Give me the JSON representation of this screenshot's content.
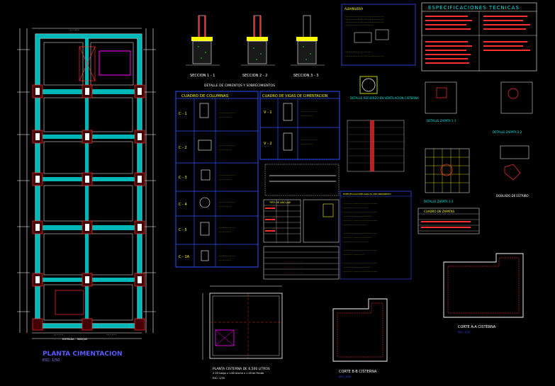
{
  "colors": {
    "background": "#000000",
    "structure": "#00e5e5",
    "line": "#ffffff",
    "red": "#ff3030",
    "yellow": "#ffff00",
    "magenta": "#ff00ff",
    "blue": "#3050ff",
    "green": "#00ff66",
    "orange": "#ff8000"
  },
  "plan": {
    "title": "PLANTA CIMENTACION",
    "scale": "ESC: 1/50",
    "entrance": "ENTRADA - TABIQUE"
  },
  "sections": {
    "title": "DETALLE DE CIMIENTOS Y SOBRECIMIENTOS",
    "labels": [
      "SECCION 1 - 1",
      "SECCION 2 - 2",
      "SECCION 3 - 3"
    ]
  },
  "columns_table": {
    "title": "CUADRO DE COLUMNAS",
    "rows": [
      "C - 1",
      "C - 2",
      "C - 3",
      "C - 4",
      "C - 5",
      "C - 1A"
    ]
  },
  "beams_table": {
    "title": "CUADRO DE VIGAS DE CIMENTACION",
    "rows": [
      "V - 1",
      "V - 2"
    ]
  },
  "notes": {
    "title": "ALBAÑILERIA"
  },
  "specs": {
    "title": "ESPECIFICACIONES TECNICAS"
  },
  "details": {
    "ventilation": "DETALLE REFUERZO EN VENTILACION CISTERNA",
    "footing1": "DETALLE ZAPATA 1-1",
    "footing2": "DETALLE ZAPATA 2-2",
    "footing3": "DETALLE ZAPATA 3-3",
    "stirrup": "DOBLADO DE ESTRIBO",
    "footings_table": "CUADRO DE ZAPATAS",
    "rebar_table": "TIPO DE ANCLAJE",
    "legend_title": "ESPECIFICACIONES PARA EL RECUBRIMIENTO"
  },
  "cistern": {
    "plan_title": "PLANTA CISTERNA DE 6,500 LITROS",
    "plan_sub": "2.50 Largo x 1.80 Ancho x 1.45 de Fondo",
    "plan_scale": "ESC: 1/50",
    "section_bb": "CORTE B-B  CISTERNA",
    "section_bb_scale": "ESC: 1/25",
    "section_aa": "CORTE A-A  CISTERNA",
    "section_aa_scale": "ESC: 1/25"
  }
}
